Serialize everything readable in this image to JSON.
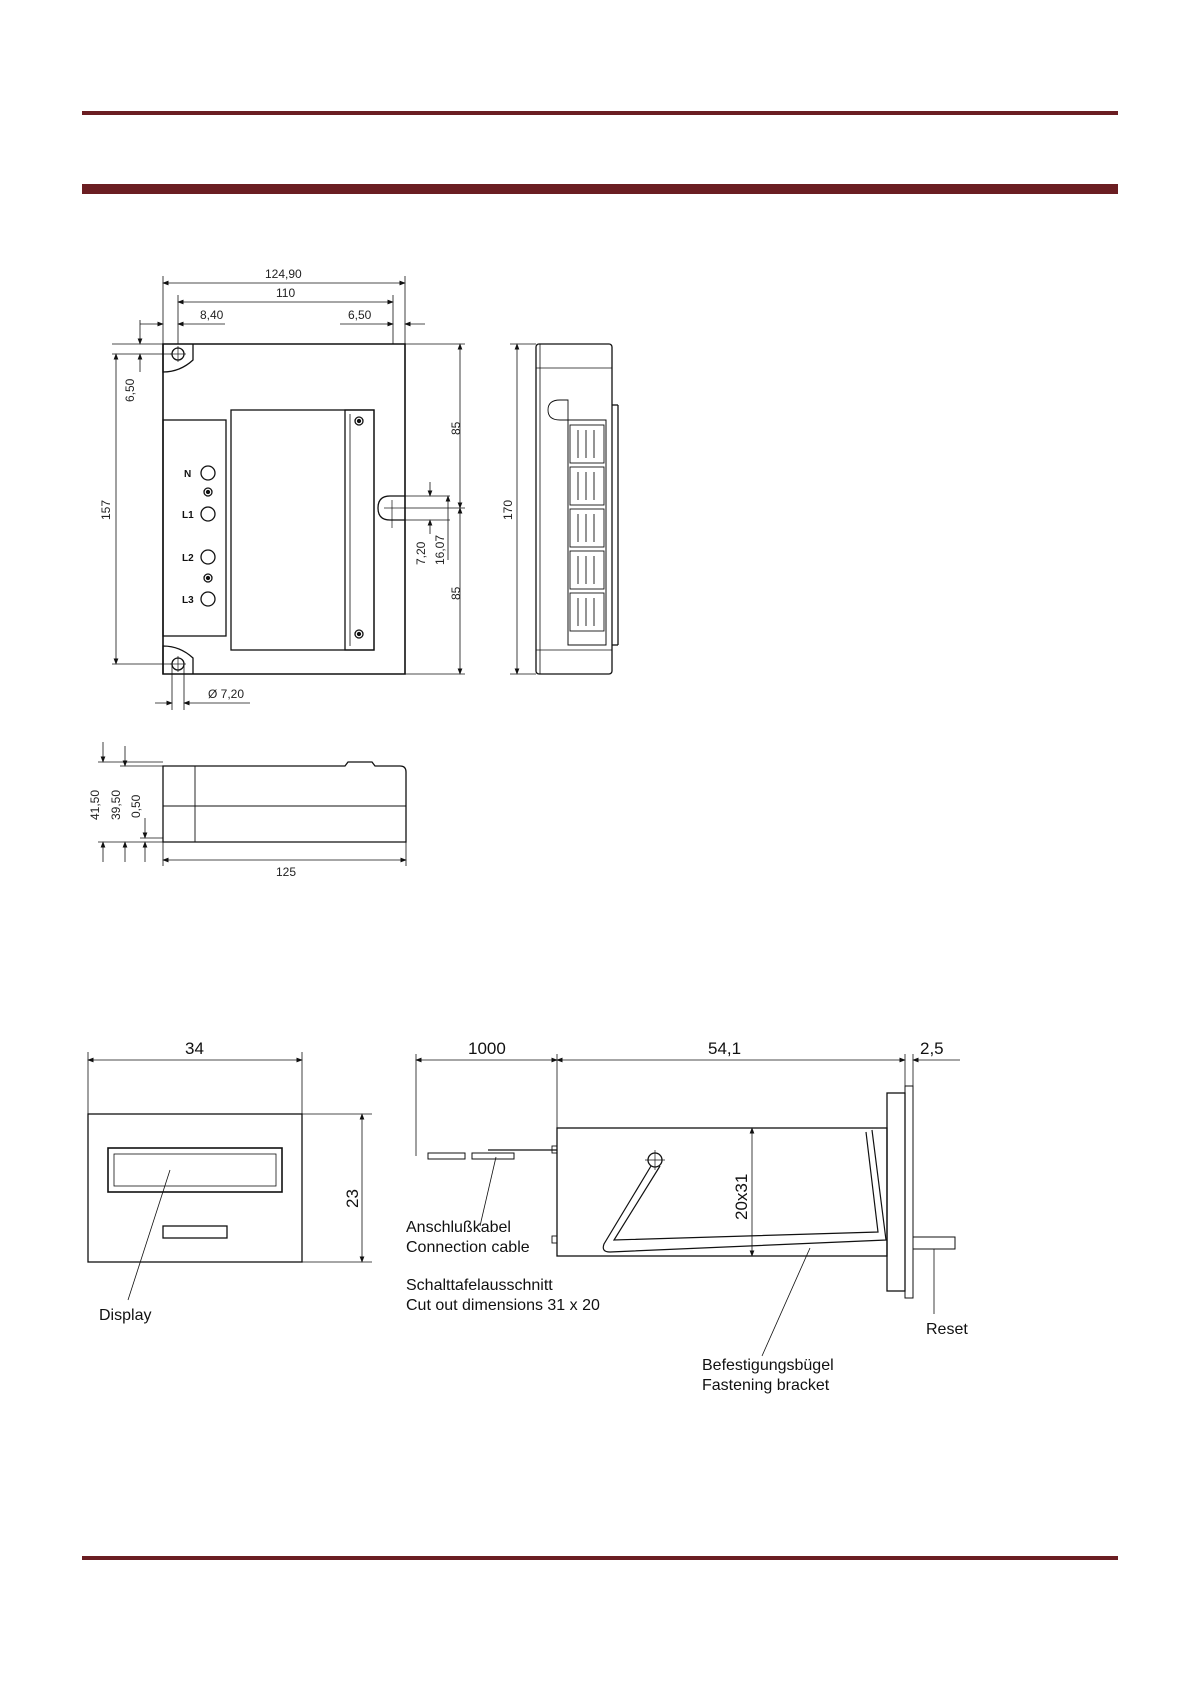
{
  "colors": {
    "rule": "#6b1e22",
    "line": "#111111"
  },
  "module": {
    "dim_width_overall": "124,90",
    "dim_width_holes": "110",
    "dim_left_offset": "8,40",
    "dim_right_offset": "6,50",
    "dim_top_offset": "6,50",
    "dim_height_holes": "157",
    "dim_upper_half": "85",
    "dim_lower_half": "85",
    "dim_slot_width": "7,20",
    "dim_slot_span": "16,07",
    "dim_hole_diameter": "Ø 7,20",
    "dim_side_height": "170",
    "terminals": [
      "N",
      "L1",
      "L2",
      "L3"
    ],
    "dim_depth_total": "41,50",
    "dim_depth_body": "39,50",
    "dim_base": "0,50",
    "dim_bottom_width": "125"
  },
  "counter": {
    "front_width": "34",
    "front_height": "23",
    "display_label": "Display",
    "cable_length": "1000",
    "body_length": "54,1",
    "panel_thickness": "2,5",
    "cutout_height": "20x31",
    "cable_label_de": "Anschlußkabel",
    "cable_label_en": "Connection cable",
    "cutout_label_de": "Schalttafelausschnitt",
    "cutout_label_en": "Cut out dimensions 31 x 20",
    "reset_label": "Reset",
    "bracket_label_de": "Befestigungsbügel",
    "bracket_label_en": "Fastening bracket"
  }
}
